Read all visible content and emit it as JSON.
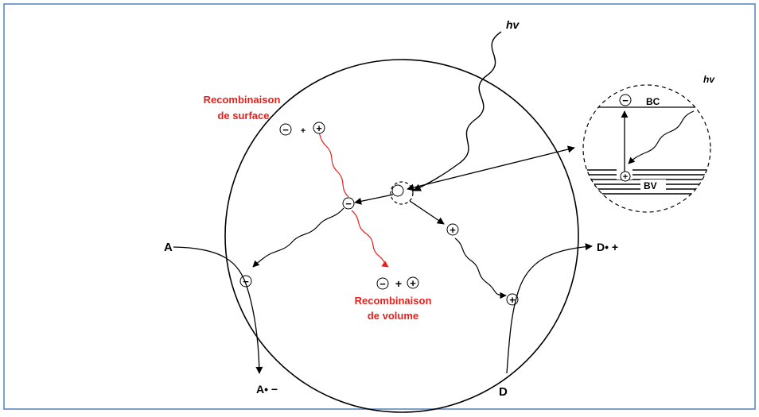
{
  "labels": {
    "hv_main": "hv",
    "hv_inset": "hv",
    "band_conduction": "BC",
    "band_valence": "BV",
    "acceptor": "A",
    "acceptor_reduced": "A• −",
    "donor": "D",
    "donor_oxidized": "D• +",
    "surface_recomb_line1": "Recombinaison",
    "surface_recomb_line2": "de surface",
    "volume_recomb_line1": "Recombinaison",
    "volume_recomb_line2": "de volume",
    "plus": "+",
    "electron_sign": "−",
    "hole_sign": "+"
  },
  "colors": {
    "frame_border": "#4f81bd",
    "ink": "#000000",
    "recombination": "#e8201c"
  }
}
